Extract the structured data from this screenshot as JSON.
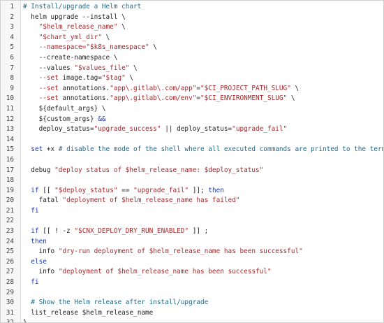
{
  "editor": {
    "lines": [
      {
        "n": "1",
        "tokens": [
          {
            "t": "# Install/upgrade a Helm chart",
            "k": "comment"
          }
        ]
      },
      {
        "n": "2",
        "tokens": [
          {
            "t": "  helm upgrade --install \\",
            "k": "plain"
          }
        ]
      },
      {
        "n": "3",
        "tokens": [
          {
            "t": "    ",
            "k": "plain"
          },
          {
            "t": "\"$helm_release_name\"",
            "k": "string"
          },
          {
            "t": " \\",
            "k": "plain"
          }
        ]
      },
      {
        "n": "4",
        "tokens": [
          {
            "t": "    ",
            "k": "plain"
          },
          {
            "t": "\"$chart_yml_dir\"",
            "k": "string"
          },
          {
            "t": " \\",
            "k": "plain"
          }
        ]
      },
      {
        "n": "5",
        "tokens": [
          {
            "t": "    ",
            "k": "plain"
          },
          {
            "t": "--namespace=",
            "k": "string"
          },
          {
            "t": "\"$k8s_namespace\"",
            "k": "string"
          },
          {
            "t": " \\",
            "k": "plain"
          }
        ]
      },
      {
        "n": "6",
        "tokens": [
          {
            "t": "    --create-namespace \\",
            "k": "plain"
          }
        ]
      },
      {
        "n": "7",
        "tokens": [
          {
            "t": "    --values ",
            "k": "plain"
          },
          {
            "t": "\"$values_file\"",
            "k": "string"
          },
          {
            "t": " \\",
            "k": "plain"
          }
        ]
      },
      {
        "n": "8",
        "tokens": [
          {
            "t": "    ",
            "k": "plain"
          },
          {
            "t": "--set",
            "k": "string"
          },
          {
            "t": " image.tag=",
            "k": "plain"
          },
          {
            "t": "\"$tag\"",
            "k": "string"
          },
          {
            "t": " \\",
            "k": "plain"
          }
        ]
      },
      {
        "n": "9",
        "tokens": [
          {
            "t": "    ",
            "k": "plain"
          },
          {
            "t": "--set",
            "k": "string"
          },
          {
            "t": " annotations.",
            "k": "plain"
          },
          {
            "t": "\"app\\.gitlab\\.com/app\"",
            "k": "string"
          },
          {
            "t": "=",
            "k": "plain"
          },
          {
            "t": "\"$CI_PROJECT_PATH_SLUG\"",
            "k": "string"
          },
          {
            "t": " \\",
            "k": "plain"
          }
        ]
      },
      {
        "n": "10",
        "tokens": [
          {
            "t": "    ",
            "k": "plain"
          },
          {
            "t": "--set",
            "k": "string"
          },
          {
            "t": " annotations.",
            "k": "plain"
          },
          {
            "t": "\"app\\.gitlab\\.com/env\"",
            "k": "string"
          },
          {
            "t": "=",
            "k": "plain"
          },
          {
            "t": "\"$CI_ENVIRONMENT_SLUG\"",
            "k": "string"
          },
          {
            "t": " \\",
            "k": "plain"
          }
        ]
      },
      {
        "n": "11",
        "tokens": [
          {
            "t": "    ${default_args} \\",
            "k": "plain"
          }
        ]
      },
      {
        "n": "12",
        "tokens": [
          {
            "t": "    ${custom_args} ",
            "k": "plain"
          },
          {
            "t": "&&",
            "k": "keyword"
          }
        ]
      },
      {
        "n": "13",
        "tokens": [
          {
            "t": "    deploy_status=",
            "k": "plain"
          },
          {
            "t": "\"upgrade_success\"",
            "k": "string"
          },
          {
            "t": " || deploy_status=",
            "k": "plain"
          },
          {
            "t": "\"upgrade_fail\"",
            "k": "string"
          }
        ]
      },
      {
        "n": "14",
        "tokens": [
          {
            "t": "",
            "k": "plain"
          }
        ]
      },
      {
        "n": "15",
        "tokens": [
          {
            "t": "  ",
            "k": "plain"
          },
          {
            "t": "set",
            "k": "keyword"
          },
          {
            "t": " +x ",
            "k": "plain"
          },
          {
            "t": "# disable the mode of the shell where all executed commands are printed to the terminal",
            "k": "comment"
          }
        ]
      },
      {
        "n": "16",
        "tokens": [
          {
            "t": "",
            "k": "plain"
          }
        ]
      },
      {
        "n": "17",
        "tokens": [
          {
            "t": "  debug ",
            "k": "plain"
          },
          {
            "t": "\"deploy status of $helm_release_name: $deploy_status\"",
            "k": "string"
          }
        ]
      },
      {
        "n": "18",
        "tokens": [
          {
            "t": "",
            "k": "plain"
          }
        ]
      },
      {
        "n": "19",
        "tokens": [
          {
            "t": "  ",
            "k": "plain"
          },
          {
            "t": "if",
            "k": "keyword"
          },
          {
            "t": " [[ ",
            "k": "plain"
          },
          {
            "t": "\"$deploy_status\"",
            "k": "string"
          },
          {
            "t": " == ",
            "k": "plain"
          },
          {
            "t": "\"upgrade_fail\"",
            "k": "string"
          },
          {
            "t": " ]]; ",
            "k": "plain"
          },
          {
            "t": "then",
            "k": "keyword"
          }
        ]
      },
      {
        "n": "20",
        "tokens": [
          {
            "t": "    fatal ",
            "k": "plain"
          },
          {
            "t": "\"deployment of $helm_release_name has failed\"",
            "k": "string"
          }
        ]
      },
      {
        "n": "21",
        "tokens": [
          {
            "t": "  ",
            "k": "plain"
          },
          {
            "t": "fi",
            "k": "keyword"
          }
        ]
      },
      {
        "n": "22",
        "tokens": [
          {
            "t": "",
            "k": "plain"
          }
        ]
      },
      {
        "n": "23",
        "tokens": [
          {
            "t": "  ",
            "k": "plain"
          },
          {
            "t": "if",
            "k": "keyword"
          },
          {
            "t": " [[ ! -z ",
            "k": "plain"
          },
          {
            "t": "\"$CNX_DEPLOY_DRY_RUN_ENABLED\"",
            "k": "string"
          },
          {
            "t": " ]] ;",
            "k": "plain"
          }
        ]
      },
      {
        "n": "24",
        "tokens": [
          {
            "t": "  ",
            "k": "plain"
          },
          {
            "t": "then",
            "k": "keyword"
          }
        ]
      },
      {
        "n": "25",
        "tokens": [
          {
            "t": "    info ",
            "k": "plain"
          },
          {
            "t": "\"dry-run deployment of $helm_release_name has been successful\"",
            "k": "string"
          }
        ]
      },
      {
        "n": "26",
        "tokens": [
          {
            "t": "  ",
            "k": "plain"
          },
          {
            "t": "else",
            "k": "keyword"
          }
        ]
      },
      {
        "n": "27",
        "tokens": [
          {
            "t": "    info ",
            "k": "plain"
          },
          {
            "t": "\"deployment of $helm_release_name has been successful\"",
            "k": "string"
          }
        ]
      },
      {
        "n": "28",
        "tokens": [
          {
            "t": "  ",
            "k": "plain"
          },
          {
            "t": "fi",
            "k": "keyword"
          }
        ]
      },
      {
        "n": "29",
        "tokens": [
          {
            "t": "",
            "k": "plain"
          }
        ]
      },
      {
        "n": "30",
        "tokens": [
          {
            "t": "  ",
            "k": "plain"
          },
          {
            "t": "# Show the Helm release after install/upgrade",
            "k": "comment"
          }
        ]
      },
      {
        "n": "31",
        "tokens": [
          {
            "t": "  list_release ",
            "k": "plain"
          },
          {
            "t": "$helm_release_name",
            "k": "var"
          }
        ]
      },
      {
        "n": "32",
        "tokens": [
          {
            "t": "}",
            "k": "plain"
          }
        ]
      }
    ]
  },
  "colors": {
    "comment": "#1f6a8c",
    "string": "#a4292c",
    "keyword": "#1a38b8",
    "plain": "#222222",
    "gutter_bg": "#f7f7f7"
  }
}
